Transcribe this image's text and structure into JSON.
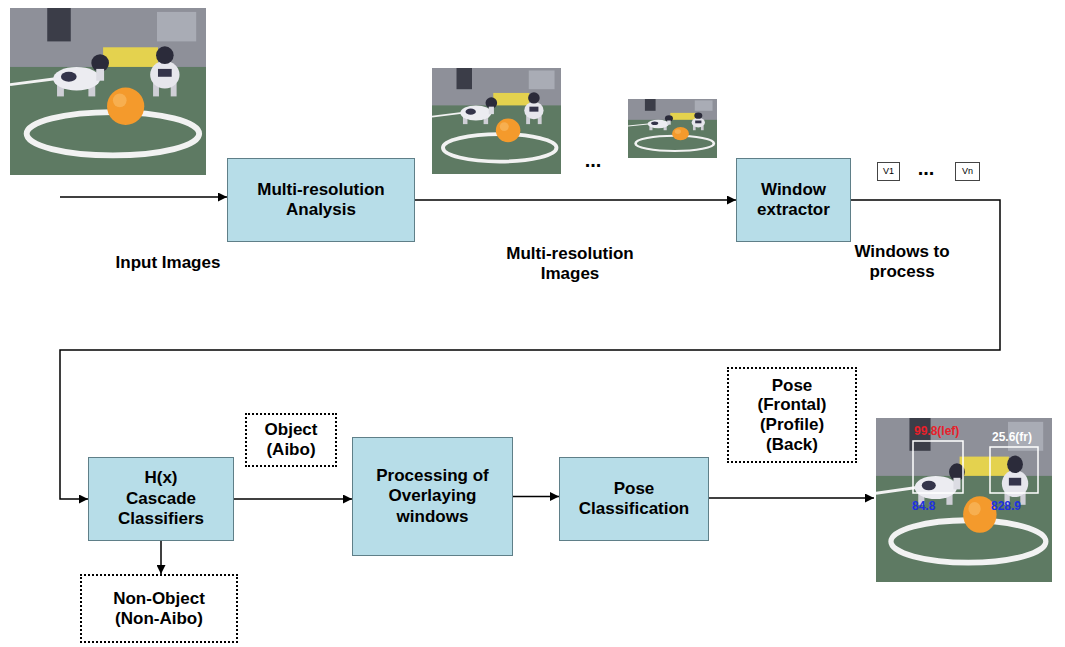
{
  "diagram": {
    "nodes": [
      {
        "text": [
          "Multi-resolution Analysis"
        ]
      },
      {
        "text": [
          "Window extractor"
        ]
      },
      {
        "text": [
          "V1"
        ]
      },
      {
        "text": [
          "Vn"
        ]
      },
      {
        "text": [
          "H(x) Cascade Classifiers"
        ]
      },
      {
        "text": [
          "Object (Aibo)"
        ]
      },
      {
        "text": [
          "Processing of Overlaying windows"
        ]
      },
      {
        "text": [
          "Pose Classification"
        ]
      },
      {
        "text": [
          "Pose (Frontal) (Profile) (Back)"
        ]
      },
      {
        "text": [
          "Non-Object (Non-Aibo)"
        ]
      }
    ],
    "edges": [
      {
        "from": 0,
        "to": 1,
        "arrow": "to"
      },
      {
        "from": 1,
        "to": 4,
        "arrow": "to"
      },
      {
        "from": 4,
        "to": 6,
        "arrow": "to"
      },
      {
        "from": 4,
        "to": 9,
        "arrow": "to"
      },
      {
        "from": 6,
        "to": 7,
        "arrow": "to"
      }
    ],
    "labels": [
      "...",
      "...",
      "Input Images",
      "Multi-resolution Images",
      "Windows to process",
      "99.8(lef)",
      "25.6(fr)",
      "84.8",
      "828.9"
    ]
  }
}
